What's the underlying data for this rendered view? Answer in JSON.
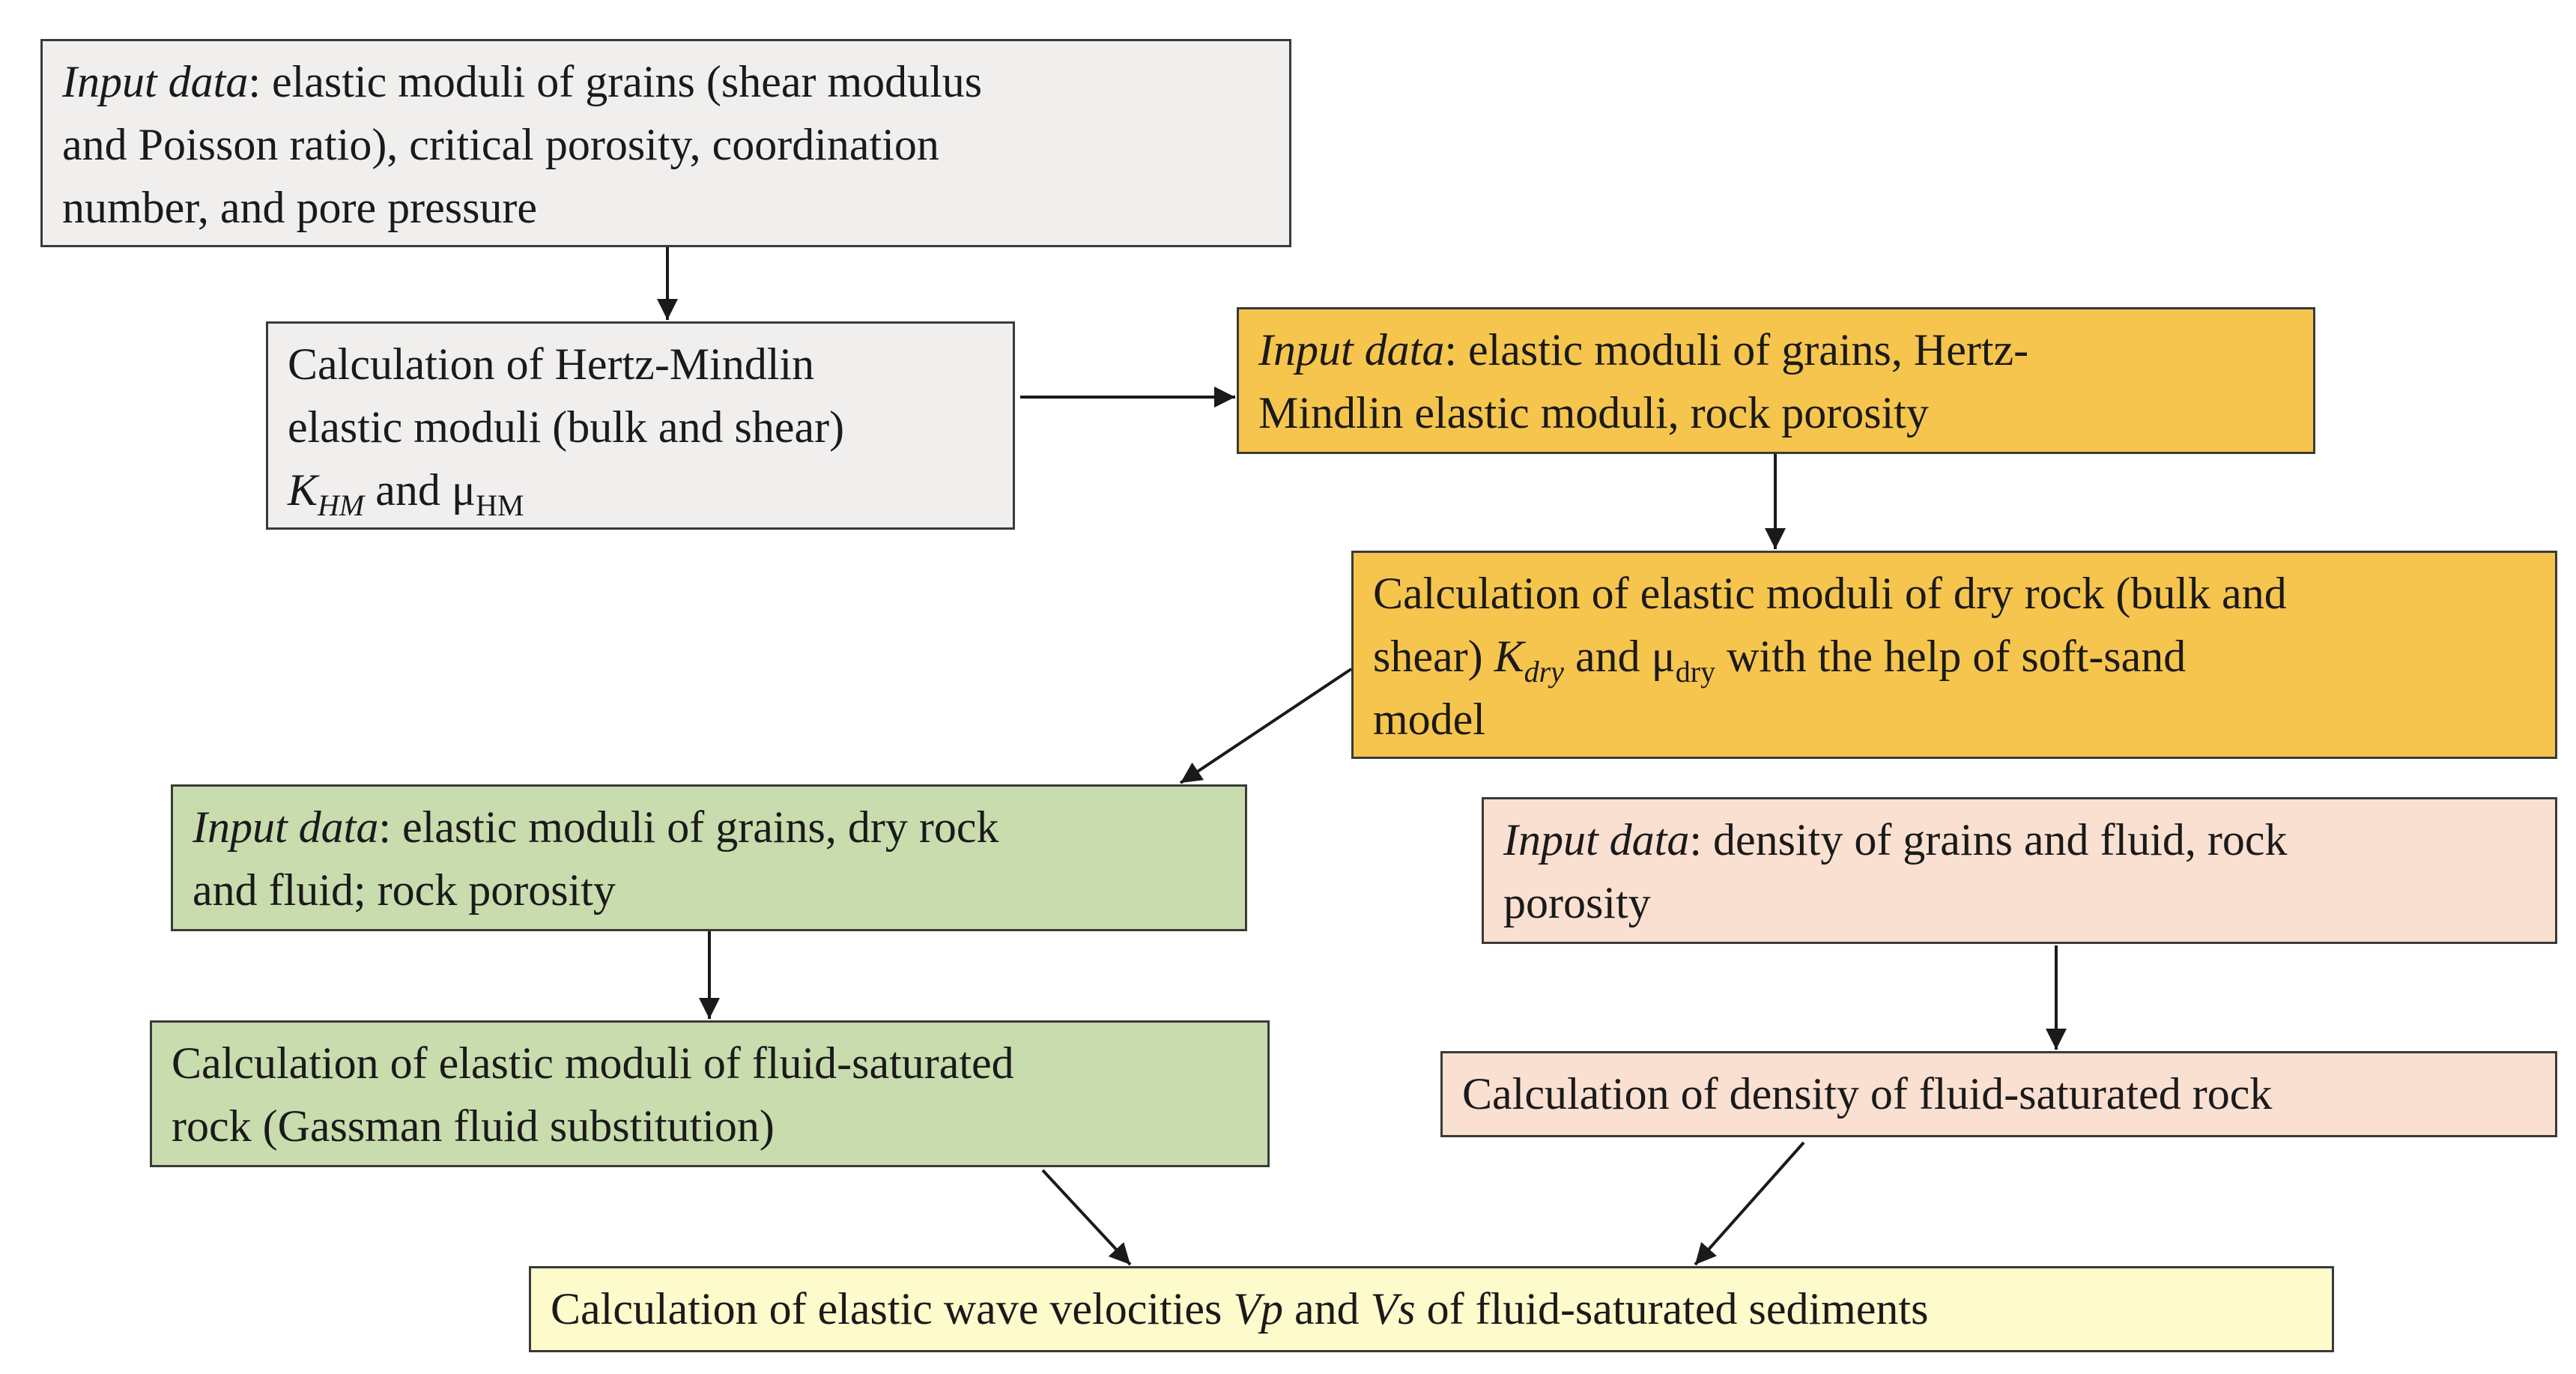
{
  "boxes": {
    "input_grains": {
      "label": "Input data",
      "line1": ": elastic moduli of grains (shear modulus",
      "line2": "and Poisson ratio), critical porosity, coordination",
      "line3": "number, and pore pressure"
    },
    "hertz_mindlin": {
      "line1": "Calculation of Hertz-Mindlin",
      "line2": "elastic moduli (bulk and shear)",
      "k_symbol": "K",
      "k_sub": "HM",
      "and": " and μ",
      "mu_sub": "HM"
    },
    "input_hm": {
      "label": "Input data",
      "line1": ": elastic moduli of grains, Hertz-",
      "line2": "Mindlin elastic moduli, rock porosity"
    },
    "dry_rock": {
      "line1": "Calculation of elastic moduli of dry rock (bulk and",
      "line2_pre": "shear) ",
      "k_symbol": "K",
      "k_sub": "dry",
      "and": " and μ",
      "mu_sub": "dry",
      "line2_post": " with the help of soft-sand",
      "line3": "model"
    },
    "input_fluid": {
      "label": "Input data",
      "line1": ": elastic moduli of grains, dry rock",
      "line2": "and fluid; rock porosity"
    },
    "input_density": {
      "label": "Input data",
      "line1": ": density of grains and fluid, rock",
      "line2": "porosity"
    },
    "saturated_moduli": {
      "line1": "Calculation of elastic moduli of fluid-saturated",
      "line2": "rock (Gassman fluid substitution)"
    },
    "saturated_density": {
      "line1": "Calculation of density of fluid-saturated rock"
    },
    "velocities": {
      "pre": "Calculation of elastic wave velocities ",
      "vp": "Vp",
      "mid": " and ",
      "vs": "Vs",
      "post": " of fluid-saturated sediments"
    }
  },
  "colors": {
    "gray": "#f1efee",
    "orange": "#f6c54e",
    "green": "#c8dcae",
    "peach": "#fae0d0",
    "yellow": "#fdfacb",
    "border": "#3a3a3a"
  }
}
